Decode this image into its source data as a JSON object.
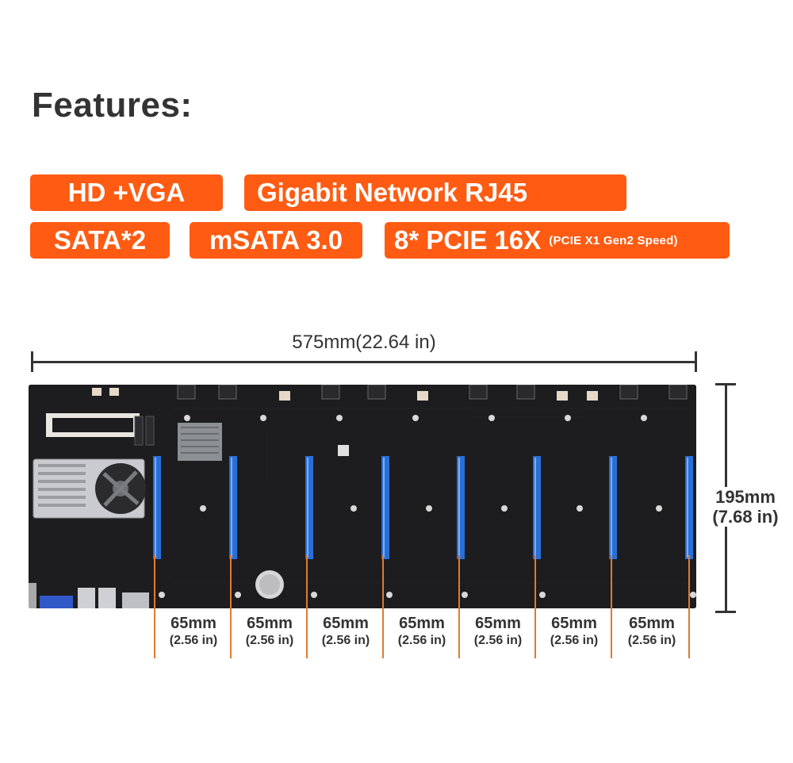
{
  "heading": "Features:",
  "badges": {
    "hd_vga": "HD +VGA",
    "network": "Gigabit Network RJ45",
    "sata": "SATA*2",
    "msata": "mSATA 3.0",
    "pcie": "8* PCIE 16X",
    "pcie_note": "(PCIE X1 Gen2 Speed)"
  },
  "dimensions": {
    "width": "575mm(22.64 in)",
    "height_mm": "195mm",
    "height_in": "(7.68 in)"
  },
  "slot_spacing": [
    {
      "mm": "65mm",
      "in": "(2.56 in)"
    },
    {
      "mm": "65mm",
      "in": "(2.56 in)"
    },
    {
      "mm": "65mm",
      "in": "(2.56 in)"
    },
    {
      "mm": "65mm",
      "in": "(2.56 in)"
    },
    {
      "mm": "65mm",
      "in": "(2.56 in)"
    },
    {
      "mm": "65mm",
      "in": "(2.56 in)"
    },
    {
      "mm": "65mm",
      "in": "(2.56 in)"
    }
  ],
  "colors": {
    "accent": "#ff5b12",
    "board": "#1d1d1f",
    "slot": "#2a6fd6",
    "spacing_line": "#e07a30"
  }
}
